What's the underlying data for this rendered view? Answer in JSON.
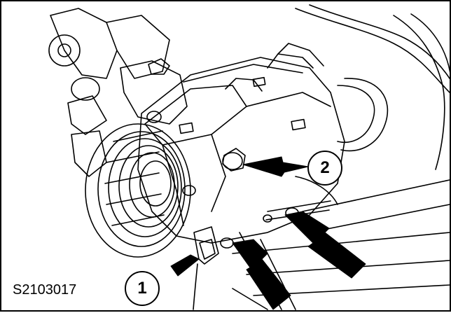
{
  "figure": {
    "reference_code": "S2103017",
    "callouts": [
      {
        "label": "1"
      },
      {
        "label": "2"
      }
    ]
  },
  "colors": {
    "line": "#000000",
    "background": "#ffffff"
  },
  "icons": [
    "arrow-icon"
  ]
}
